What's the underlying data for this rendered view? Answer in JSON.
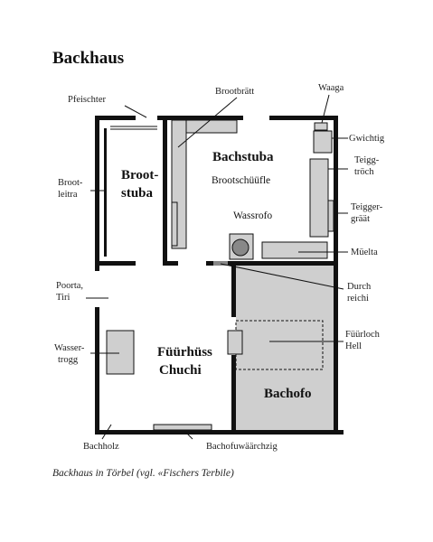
{
  "title": "Backhaus",
  "caption": "Backhaus in Törbel (vgl. «Fischers Terbile)",
  "rooms": {
    "brootstuba": [
      "Broot-",
      "stuba"
    ],
    "bachstuba": "Bachstuba",
    "brootschuufle": "Brootschüüfle",
    "wassrofo": "Wassrofo",
    "fuurhuss_chuchi": [
      "Füürhüss",
      "Chuchi"
    ],
    "bachofo": "Bachofo"
  },
  "labels": {
    "pfeischter": "Pfeischter",
    "brootbratt": "Brootbrätt",
    "waaga": "Waaga",
    "gwichtig": "Gwichtig",
    "teiggtrach": [
      "Teigg-",
      "tröch"
    ],
    "brootleitra": [
      "Broot-",
      "leitra"
    ],
    "teiggergraat": [
      "Teigger-",
      "gräät"
    ],
    "muelta": "Müelta",
    "durchreichi": [
      "Durch",
      "reichi"
    ],
    "poorta": [
      "Poorta,",
      "Tiri"
    ],
    "fuurloch": [
      "Füürloch",
      "Hell"
    ],
    "wassertrogg": [
      "Wasser-",
      "trogg"
    ],
    "bachholz": "Bachholz",
    "bachofuwaarchzig": "Bachofuwäärchzig"
  }
}
